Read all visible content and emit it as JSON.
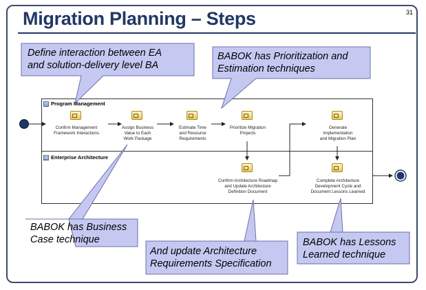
{
  "slide": {
    "title": "Migration Planning – Steps",
    "page_number": "31"
  },
  "lanes": [
    {
      "label": "Program Management"
    },
    {
      "label": "Enterprise Architecture"
    }
  ],
  "activities": [
    {
      "label": "Confirm Management\nFramework Interactions"
    },
    {
      "label": "Assign Business\nValue to Each\nWork Package"
    },
    {
      "label": "Estimate Time\nand Resource\nRequirements"
    },
    {
      "label": "Prioritize Migration\nProjects"
    },
    {
      "label": "Generate\nImplementation\nand Migration Plan"
    },
    {
      "label": "Confirm Architecture Roadmap\nand Update Architecture\nDefinition Document"
    },
    {
      "label": "Complete Architecture\nDevelopment Cycle and\nDocument Lessons Learned"
    }
  ],
  "callouts": [
    {
      "text": "Define interaction between EA\nand solution-delivery level BA"
    },
    {
      "text": "BABOK has Prioritization and\nEstimation techniques"
    },
    {
      "text": "BABOK has Business\nCase technique"
    },
    {
      "text": "And update Architecture\nRequirements Specification"
    },
    {
      "text": "BABOK has Lessons\nLearned technique"
    }
  ],
  "colors": {
    "title": "#1f3864",
    "callout_fill": "#c5c9f2",
    "callout_stroke": "#6a6fa8",
    "start_event": "#1f3864"
  }
}
